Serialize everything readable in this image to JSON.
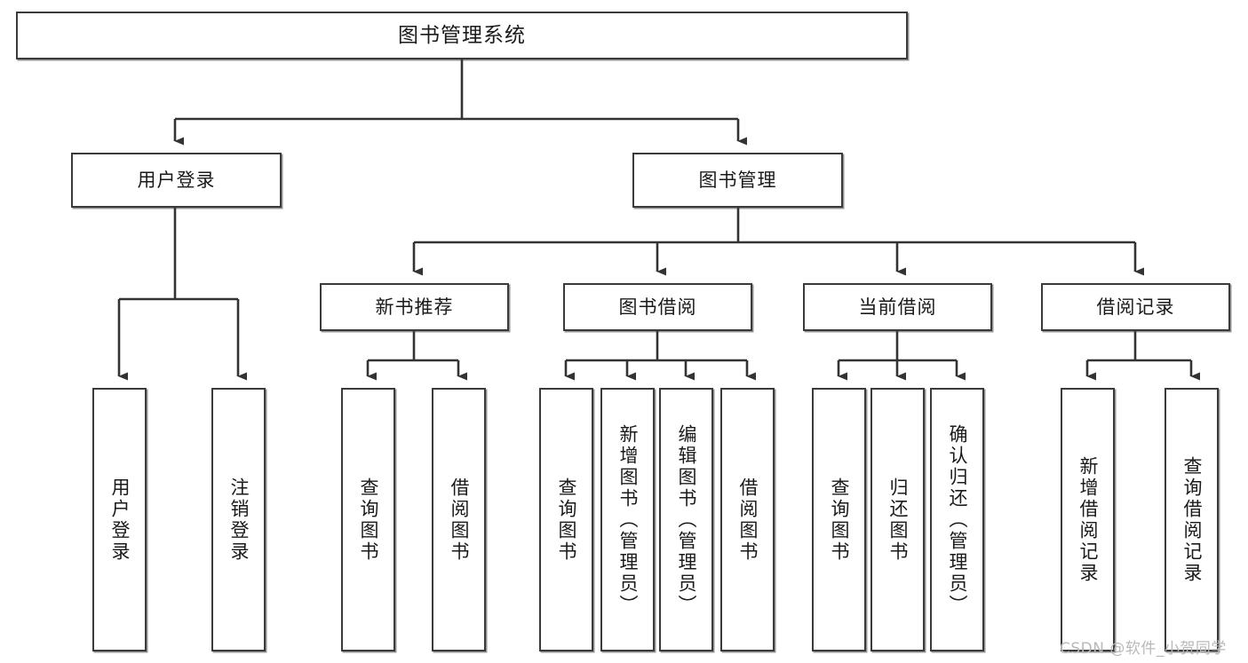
{
  "diagram": {
    "title": "图书管理系统",
    "type": "tree-hierarchy-chart",
    "watermark": "CSDN @软件_小贺同学",
    "colors": {
      "box_border": "#3a3a3a",
      "box_fill": "#ffffff",
      "connector": "#333333",
      "text": "#1a1a1a",
      "watermark": "#b9b9b9",
      "background": "#ffffff"
    },
    "root": {
      "label": "图书管理系统"
    },
    "level2": [
      {
        "label": "用户登录"
      },
      {
        "label": "图书管理"
      }
    ],
    "level3": [
      {
        "label": "新书推荐"
      },
      {
        "label": "图书借阅"
      },
      {
        "label": "当前借阅"
      },
      {
        "label": "借阅记录"
      }
    ],
    "leaves": {
      "user_login": [
        {
          "label": "用户登录"
        },
        {
          "label": "注销登录"
        }
      ],
      "new_book_recommend": [
        {
          "label": "查询图书"
        },
        {
          "label": "借阅图书"
        }
      ],
      "book_borrow": [
        {
          "label": "查询图书"
        },
        {
          "label": "新增图书（管理员）"
        },
        {
          "label": "编辑图书（管理员）"
        },
        {
          "label": "借阅图书"
        }
      ],
      "current_borrow": [
        {
          "label": "查询图书"
        },
        {
          "label": "归还图书"
        },
        {
          "label": "确认归还（管理员）"
        }
      ],
      "borrow_records": [
        {
          "label": "新增借阅记录"
        },
        {
          "label": "查询借阅记录"
        }
      ]
    }
  }
}
